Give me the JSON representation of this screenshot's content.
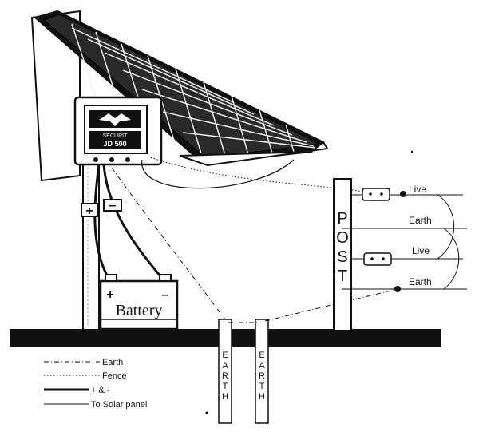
{
  "diagram": {
    "energizer": {
      "brand": "SECURIT",
      "model": "JD 500",
      "plus_sign": "+",
      "minus_sign": "–"
    },
    "battery": {
      "label": "Battery",
      "plus_sign": "+",
      "minus_sign": "–"
    },
    "post": {
      "letters": [
        "P",
        "O",
        "S",
        "T"
      ]
    },
    "fence_wires": [
      {
        "label": "Live"
      },
      {
        "label": "Earth"
      },
      {
        "label": "Live"
      },
      {
        "label": "Earth"
      }
    ],
    "earth_stakes": [
      {
        "letters": [
          "E",
          "A",
          "R",
          "T",
          "H"
        ]
      },
      {
        "letters": [
          "E",
          "A",
          "R",
          "T",
          "H"
        ]
      }
    ],
    "legend": [
      {
        "label": "Earth",
        "style": "dash-dot"
      },
      {
        "label": "Fence",
        "style": "dotted"
      },
      {
        "label": "+ & -",
        "style": "thick"
      },
      {
        "label": "To Solar panel",
        "style": "thin"
      }
    ]
  }
}
